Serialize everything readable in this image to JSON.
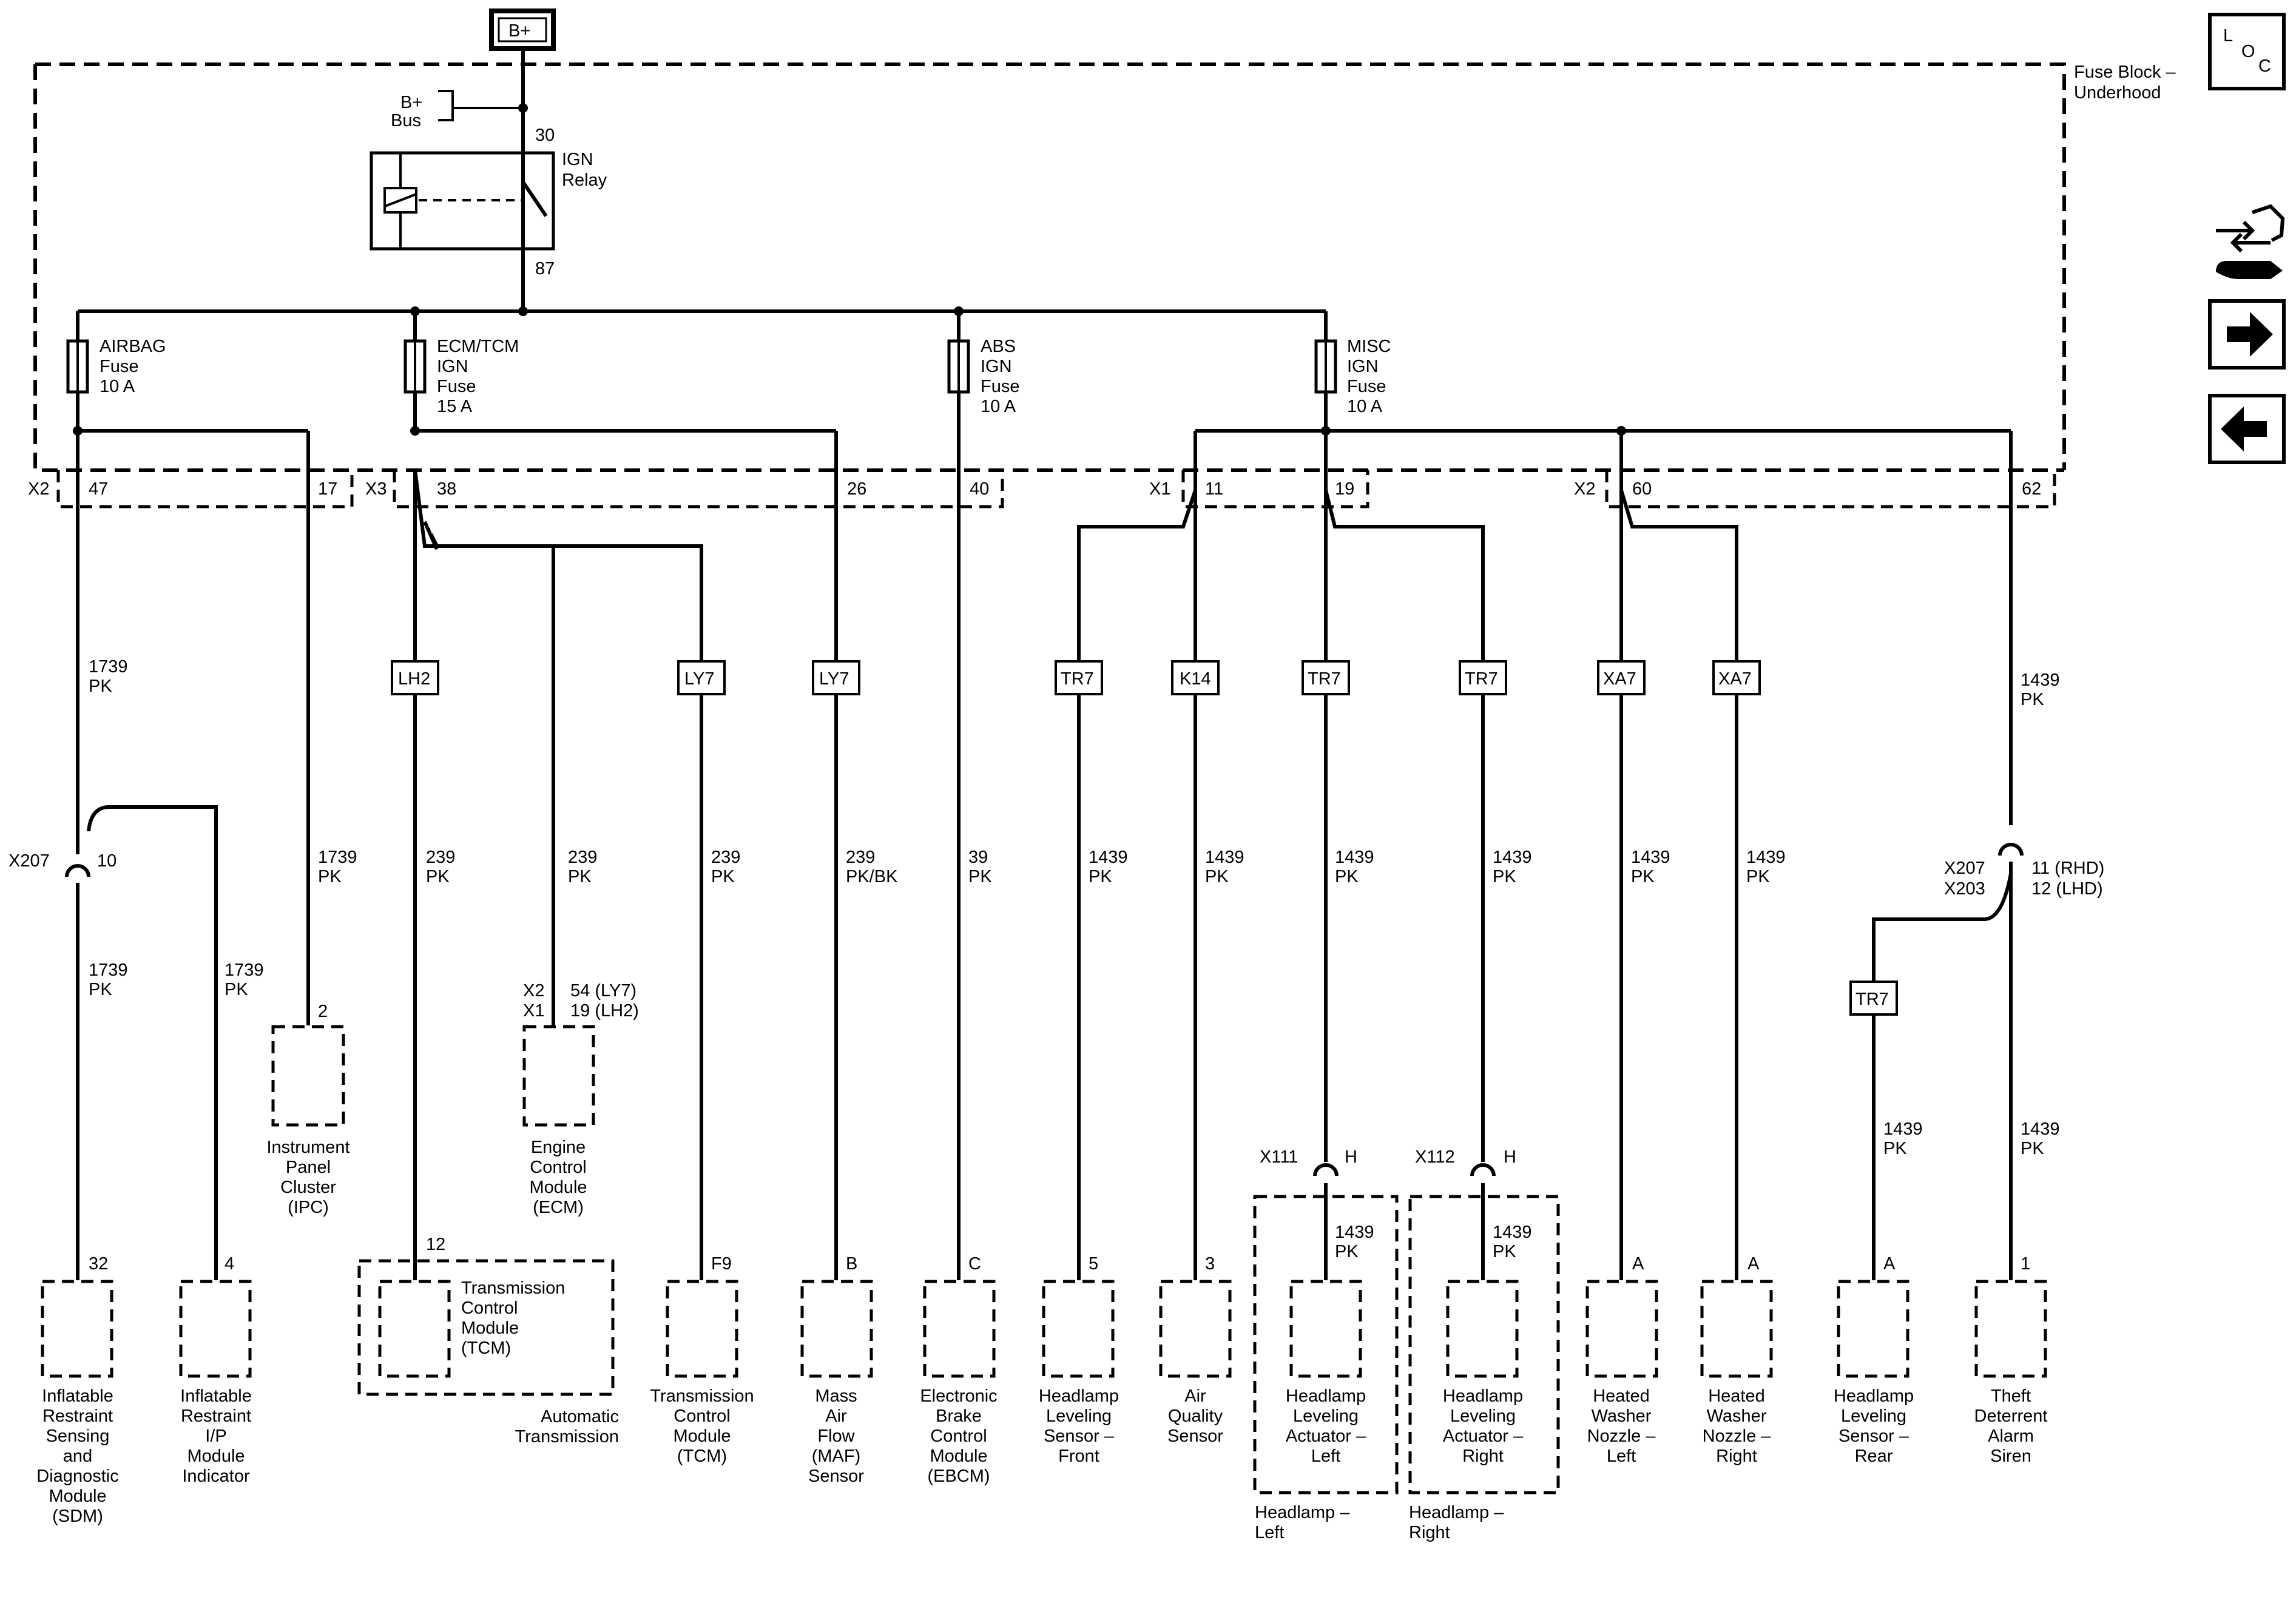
{
  "power": {
    "label": "B+"
  },
  "fuse_block": {
    "line1": "Fuse Block –",
    "line2": "Underhood"
  },
  "bus": {
    "line1": "B+",
    "line2": "Bus"
  },
  "relay": {
    "line1": "IGN",
    "line2": "Relay",
    "pin_in": "30",
    "pin_out": "87"
  },
  "fuses": [
    {
      "lines": [
        "AIRBAG",
        "Fuse",
        "10 A"
      ]
    },
    {
      "lines": [
        "ECM/TCM",
        "IGN",
        "Fuse",
        "15 A"
      ]
    },
    {
      "lines": [
        "ABS",
        "IGN",
        "Fuse",
        "10 A"
      ]
    },
    {
      "lines": [
        "MISC",
        "IGN",
        "Fuse",
        "10 A"
      ]
    }
  ],
  "connectors": {
    "x2_left": "X2",
    "x3": "X3",
    "x1": "X1",
    "x2_right": "X2"
  },
  "pins": [
    "47",
    "17",
    "38",
    "26",
    "40",
    "11",
    "19",
    "60",
    "62"
  ],
  "options": [
    "LH2",
    "LY7",
    "LY7",
    "TR7",
    "K14",
    "TR7",
    "TR7",
    "XA7",
    "XA7",
    "TR7"
  ],
  "wires": [
    {
      "num": "1739",
      "color": "PK"
    },
    {
      "num": "1739",
      "color": "PK"
    },
    {
      "num": "1739",
      "color": "PK"
    },
    {
      "num": "1739",
      "color": "PK"
    },
    {
      "num": "239",
      "color": "PK"
    },
    {
      "num": "239",
      "color": "PK"
    },
    {
      "num": "239",
      "color": "PK"
    },
    {
      "num": "239",
      "color": "PK/BK"
    },
    {
      "num": "39",
      "color": "PK"
    },
    {
      "num": "1439",
      "color": "PK"
    },
    {
      "num": "1439",
      "color": "PK"
    },
    {
      "num": "1439",
      "color": "PK"
    },
    {
      "num": "1439",
      "color": "PK"
    },
    {
      "num": "1439",
      "color": "PK"
    },
    {
      "num": "1439",
      "color": "PK"
    },
    {
      "num": "1439",
      "color": "PK"
    },
    {
      "num": "1439",
      "color": "PK"
    },
    {
      "num": "1439",
      "color": "PK"
    },
    {
      "num": "1439",
      "color": "PK"
    },
    {
      "num": "1439",
      "color": "PK"
    }
  ],
  "inline": {
    "x207": "X207",
    "x207_pin": "10",
    "x207_x203_a": "X207",
    "x207_x203_b": "X203",
    "rhd": "11 (RHD)",
    "lhd": "12 (LHD)",
    "x111": "X111",
    "x112": "X112",
    "h": "H"
  },
  "components": [
    {
      "pin": "32",
      "lines": [
        "Inflatable",
        "Restraint",
        "Sensing",
        "and",
        "Diagnostic",
        "Module",
        "(SDM)"
      ]
    },
    {
      "pin": "4",
      "lines": [
        "Inflatable",
        "Restraint",
        "I/P",
        "Module",
        "Indicator"
      ]
    },
    {
      "pin": "2",
      "lines": [
        "Instrument",
        "Panel",
        "Cluster",
        "(IPC)"
      ]
    },
    {
      "pin_a": "X2",
      "pin_b": "X1",
      "pin_c": "54 (LY7)",
      "pin_d": "19 (LH2)",
      "lines": [
        "Engine",
        "Control",
        "Module",
        "(ECM)"
      ]
    },
    {
      "pin": "12",
      "lines": [
        "Transmission",
        "Control",
        "Module",
        "(TCM)"
      ],
      "group": [
        "Automatic",
        "Transmission"
      ]
    },
    {
      "pin": "F9",
      "lines": [
        "Transmission",
        "Control",
        "Module",
        "(TCM)"
      ]
    },
    {
      "pin": "B",
      "lines": [
        "Mass",
        "Air",
        "Flow",
        "(MAF)",
        "Sensor"
      ]
    },
    {
      "pin": "C",
      "lines": [
        "Electronic",
        "Brake",
        "Control",
        "Module",
        "(EBCM)"
      ]
    },
    {
      "pin": "5",
      "lines": [
        "Headlamp",
        "Leveling",
        "Sensor –",
        "Front"
      ]
    },
    {
      "pin": "3",
      "lines": [
        "Air",
        "Quality",
        "Sensor"
      ]
    },
    {
      "lines": [
        "Headlamp",
        "Leveling",
        "Actuator –",
        "Left"
      ],
      "group": [
        "Headlamp –",
        "Left"
      ]
    },
    {
      "lines": [
        "Headlamp",
        "Leveling",
        "Actuator –",
        "Right"
      ],
      "group": [
        "Headlamp –",
        "Right"
      ]
    },
    {
      "pin": "A",
      "lines": [
        "Heated",
        "Washer",
        "Nozzle –",
        "Left"
      ]
    },
    {
      "pin": "A",
      "lines": [
        "Heated",
        "Washer",
        "Nozzle –",
        "Right"
      ]
    },
    {
      "pin": "A",
      "lines": [
        "Headlamp",
        "Leveling",
        "Sensor –",
        "Rear"
      ]
    },
    {
      "pin": "1",
      "lines": [
        "Theft",
        "Deterrent",
        "Alarm",
        "Siren"
      ]
    }
  ],
  "nav": {
    "loc_l": "L",
    "loc_o": "O",
    "loc_c": "C",
    "next_icon": "arrow-right-icon",
    "prev_icon": "arrow-left-icon",
    "component_icon": "connector-wrench-icon"
  }
}
